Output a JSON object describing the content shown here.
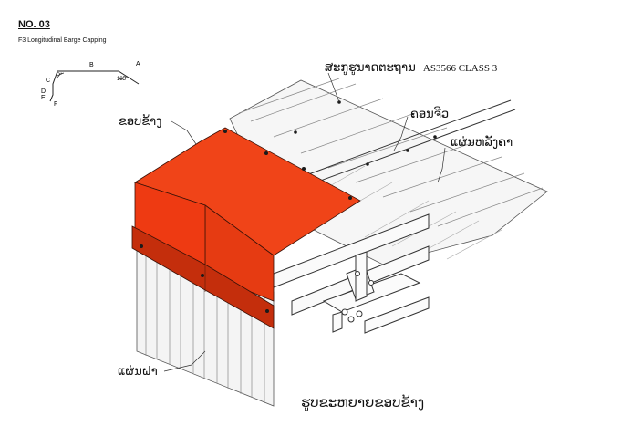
{
  "header": {
    "number": "NO. 03",
    "subtitle": "F3 Longitudinal Barge Capping"
  },
  "profile": {
    "labels": [
      "A",
      "B",
      "C",
      "D",
      "E",
      "F"
    ],
    "angle_left": "P°",
    "angle_right": "135°"
  },
  "callouts": {
    "standard_lao": "ສະກູຮູນາດຕະຖານ",
    "standard_code": "AS3566 CLASS 3",
    "purlin": "ຄອນຈີວ",
    "roof_sheet": "ແຜ່ນຫລັງຄາ",
    "barge_capping": "ຂອບຂ້າງ",
    "wall_sheet": "ແຜ່ນຝາ"
  },
  "caption": "ຮູບຂະຫຍາຍຂອບຂ້າງ",
  "colors": {
    "capping": "#ee3a12",
    "capping_shadow": "#c42e0c",
    "line": "#222222"
  }
}
